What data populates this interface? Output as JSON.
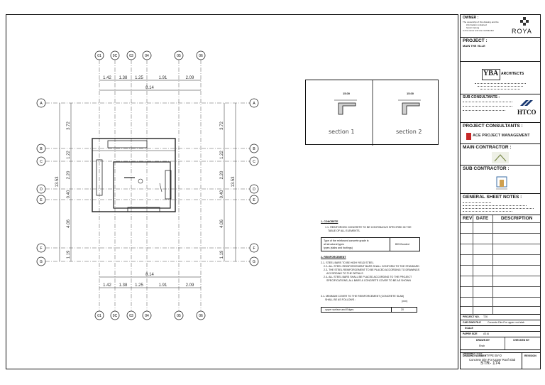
{
  "drawing": {
    "grid_columns": [
      "01",
      "0C",
      "03",
      "04",
      "05",
      "06"
    ],
    "grid_columns_bottom": [
      "01",
      "0C",
      "03",
      "04",
      "05",
      "06"
    ],
    "grid_rows_left": [
      "A",
      "B",
      "C",
      "D",
      "E",
      "F",
      "G"
    ],
    "grid_rows_right": [
      "A",
      "B",
      "C",
      "D",
      "E",
      "F",
      "G"
    ],
    "dims_top": [
      "1.42",
      "1.38",
      "1.25",
      "1.91",
      "2.09"
    ],
    "dims_bottom": [
      "1.42",
      "1.38",
      "1.25",
      "1.91",
      "2.09"
    ],
    "total_width_top": "8.14",
    "total_width_bottom": "8.14",
    "left_dims": [
      "3.72",
      "1.22",
      "2.20",
      "0.40",
      "4.06",
      "1.19"
    ],
    "right_dims": [
      "3.72",
      "1.22",
      "2.20",
      "0.40",
      "4.06",
      "1.19"
    ],
    "left_total": "13.53",
    "right_total": "13.53"
  },
  "sections": {
    "section1_label": "section 1",
    "section2_label": "section 2",
    "section1_dim": "15.00",
    "section2_dim": "15.00"
  },
  "notes": {
    "concrete_heading": "1- CONCRETE",
    "concrete_line1": "1.1- REINFORCED CONCRETE TO BE CONTINUOUS SPECIFIED IN THE",
    "concrete_line2": "TABLE OF ALL ELEMENTS.",
    "table1_left_1": "Type of the reinforced concrete grade in",
    "table1_left_2": "all structural types",
    "table1_left_3": "types (slabs and footings)",
    "table1_right": "B25 Bunded",
    "reinf_heading": "2- REINFORCEMENT",
    "reinf_line1": "2.1- STEEL BARS TO BE HIGH YIELD STEEL",
    "reinf_line2": "2.2- ALL STEEL REINFORCEMENT BARS SHALL CONFORM TO THE STANDARD",
    "reinf_line3": "2.3- THE STEEL REINFORCEMENT TO BE PLACED ACCORDING TO DRAWINGS",
    "reinf_line4": "ACCORDING TO THE DETAILS",
    "reinf_line5": "2.4- ALL STEEL BARS SHALL BE PLACED ACCORDING TO THE PROJECT",
    "reinf_line6": "SPECIFICATIONS, ALL BARS & CONCRETE COVER TO BE AS SHOWN",
    "cover_line1": "3.1- MINIMUM COVER TO THE REINFORCEMENT (CONCRETE SLAB)",
    "cover_line2": "SHALL BE AS FOLLOWS :",
    "cover_unit": "(mm)",
    "table2_left": "- upper surface and Edges",
    "table2_right": "20"
  },
  "titleblock": {
    "owner_label": "OWNER :",
    "owner_lines": [
      "The ownership of this drawing and the",
      "information contained",
      "herein belong",
      "to the owner and are confidential"
    ],
    "owner_brand": "ROYA",
    "project_label": "PROJECT :",
    "project_name": "MAIN THE VILLE",
    "architect_brand": "YBA",
    "architect_brand_sub": "ARCHITECTS",
    "sub_consultants_label": "SUB CONSULTANTS :",
    "sub_consultant_brand": "HTCO",
    "project_consultants_label": "PROJECT CONSULTANTS :",
    "consultant_brand": "ACE PROJECT MANAGEMENT",
    "main_contractor_label": "MAIN CONTRACTOR :",
    "sub_contractor_label": "SUB CONTRACTOR :",
    "general_notes_label": "GENERAL SHEET NOTES :",
    "rev_label": "REV",
    "date_label": "DATE",
    "description_label": "DESCRIPTION",
    "project_no_label": "PROJECT NO.",
    "project_no": "T26",
    "cad_file_label": "CAD DWG FILE",
    "cad_file": "Concrete Dim For upper roof slab",
    "scale_label": "SCALE",
    "paper_size_label": "PAPER SIZE",
    "paper_size": "A3 Al",
    "drawn_by_label": "DRAWN BY",
    "checked_by_label": "CHECKED BY",
    "drawn_by": "Ehab",
    "drawing_title_label": "DRAWING TITLE",
    "drawing_title_1": "TYPE BV-D",
    "drawing_title_2": "Concrete Dim For Upper Roof Slab",
    "drawing_number_label": "DRAWING NUMBER",
    "revision_label": "REVISION",
    "drawing_number": "STR- 174"
  }
}
